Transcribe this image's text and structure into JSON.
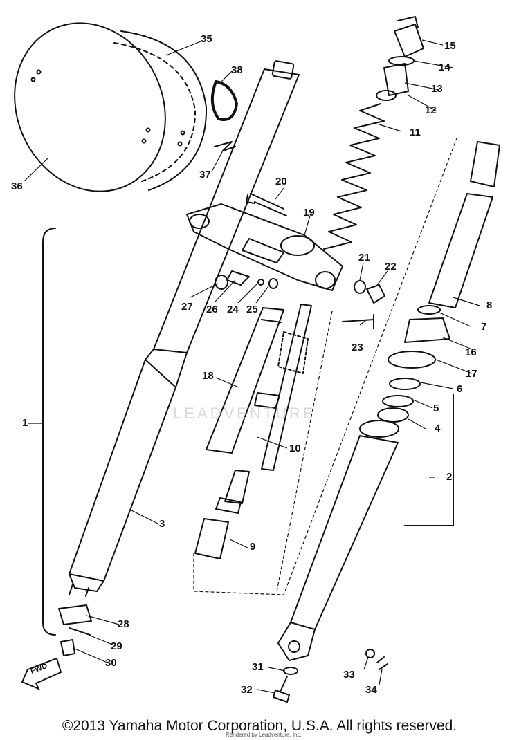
{
  "diagram": {
    "callouts": [
      "1",
      "2",
      "3",
      "4",
      "5",
      "6",
      "7",
      "8",
      "9",
      "10",
      "11",
      "12",
      "13",
      "14",
      "15",
      "16",
      "17",
      "18",
      "19",
      "20",
      "21",
      "22",
      "23",
      "24",
      "25",
      "26",
      "27",
      "28",
      "29",
      "30",
      "31",
      "32",
      "33",
      "34",
      "35",
      "36",
      "37",
      "38"
    ],
    "fwd_marker": "FWD",
    "watermark": "LEADVENTURE",
    "footer_note": "Rendered by Leadventure, Inc.",
    "copyright": "©2013 Yamaha Motor Corporation, U.S.A. All rights reserved."
  }
}
